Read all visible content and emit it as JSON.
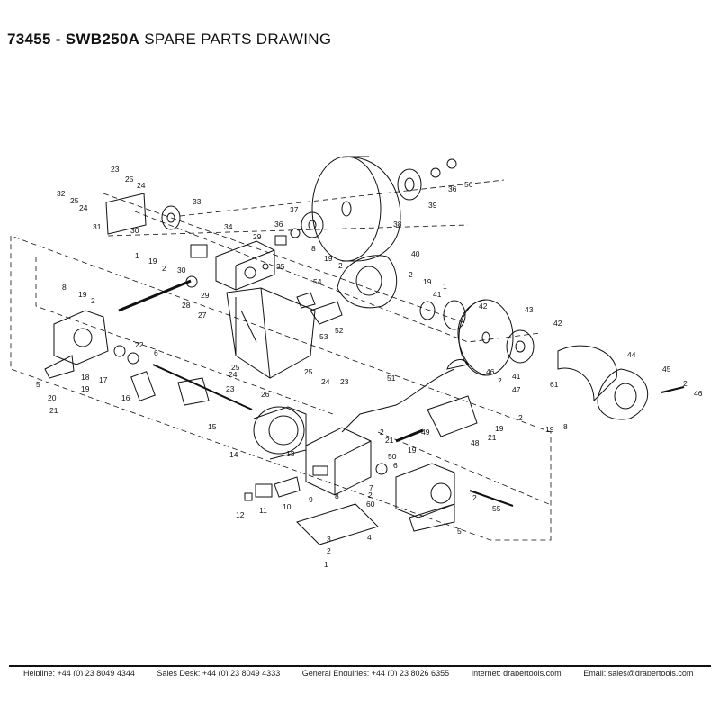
{
  "title": {
    "code": "73455 - SWB250A",
    "text": "SPARE PARTS DRAWING"
  },
  "part_labels": [
    {
      "id": "p23a",
      "text": "23"
    },
    {
      "id": "p25a",
      "text": "25"
    },
    {
      "id": "p24a",
      "text": "24"
    },
    {
      "id": "p32",
      "text": "32"
    },
    {
      "id": "p25b",
      "text": "25"
    },
    {
      "id": "p24b",
      "text": "24"
    },
    {
      "id": "p31",
      "text": "31"
    },
    {
      "id": "p33",
      "text": "33"
    },
    {
      "id": "p30a",
      "text": "30"
    },
    {
      "id": "p34",
      "text": "34"
    },
    {
      "id": "p1a",
      "text": "1"
    },
    {
      "id": "p19a",
      "text": "19"
    },
    {
      "id": "p2a",
      "text": "2"
    },
    {
      "id": "p30b",
      "text": "30"
    },
    {
      "id": "p35",
      "text": "35"
    },
    {
      "id": "p29a",
      "text": "29"
    },
    {
      "id": "p28",
      "text": "28"
    },
    {
      "id": "p27",
      "text": "27"
    },
    {
      "id": "p37",
      "text": "37"
    },
    {
      "id": "p36a",
      "text": "36"
    },
    {
      "id": "p29b",
      "text": "29"
    },
    {
      "id": "p38",
      "text": "38"
    },
    {
      "id": "p39",
      "text": "39"
    },
    {
      "id": "p36b",
      "text": "36"
    },
    {
      "id": "p56",
      "text": "56"
    },
    {
      "id": "p8a",
      "text": "8"
    },
    {
      "id": "p19b",
      "text": "19"
    },
    {
      "id": "p2b",
      "text": "2"
    },
    {
      "id": "p40",
      "text": "40"
    },
    {
      "id": "p2c",
      "text": "2"
    },
    {
      "id": "p19c",
      "text": "19"
    },
    {
      "id": "p1b",
      "text": "1"
    },
    {
      "id": "p41a",
      "text": "41"
    },
    {
      "id": "p54",
      "text": "54"
    },
    {
      "id": "p53",
      "text": "53"
    },
    {
      "id": "p52",
      "text": "52"
    },
    {
      "id": "p42a",
      "text": "42"
    },
    {
      "id": "p43",
      "text": "43"
    },
    {
      "id": "p42b",
      "text": "42"
    },
    {
      "id": "p8b",
      "text": "8"
    },
    {
      "id": "p19d",
      "text": "19"
    },
    {
      "id": "p2d",
      "text": "2"
    },
    {
      "id": "p5a",
      "text": "5"
    },
    {
      "id": "p22",
      "text": "22"
    },
    {
      "id": "p6a",
      "text": "6"
    },
    {
      "id": "p17",
      "text": "17"
    },
    {
      "id": "p18",
      "text": "18"
    },
    {
      "id": "p19e",
      "text": "19"
    },
    {
      "id": "p20",
      "text": "20"
    },
    {
      "id": "p21a",
      "text": "21"
    },
    {
      "id": "p16",
      "text": "16"
    },
    {
      "id": "p25c",
      "text": "25"
    },
    {
      "id": "p24c",
      "text": "24"
    },
    {
      "id": "p23b",
      "text": "23"
    },
    {
      "id": "p26",
      "text": "26"
    },
    {
      "id": "p15",
      "text": "15"
    },
    {
      "id": "p25d",
      "text": "25"
    },
    {
      "id": "p24d",
      "text": "24"
    },
    {
      "id": "p23c",
      "text": "23"
    },
    {
      "id": "p51",
      "text": "51"
    },
    {
      "id": "p44",
      "text": "44"
    },
    {
      "id": "p41b",
      "text": "41"
    },
    {
      "id": "p61",
      "text": "61"
    },
    {
      "id": "p45",
      "text": "45"
    },
    {
      "id": "p2e",
      "text": "2"
    },
    {
      "id": "p46a",
      "text": "46"
    },
    {
      "id": "p46b",
      "text": "46"
    },
    {
      "id": "p2f",
      "text": "2"
    },
    {
      "id": "p47",
      "text": "47"
    },
    {
      "id": "p2g",
      "text": "2"
    },
    {
      "id": "p19f",
      "text": "19"
    },
    {
      "id": "p21b",
      "text": "21"
    },
    {
      "id": "p19g",
      "text": "19"
    },
    {
      "id": "p8c",
      "text": "8"
    },
    {
      "id": "p14",
      "text": "14"
    },
    {
      "id": "p2h",
      "text": "2"
    },
    {
      "id": "p49",
      "text": "49"
    },
    {
      "id": "p48",
      "text": "48"
    },
    {
      "id": "p21c",
      "text": "21"
    },
    {
      "id": "p19h",
      "text": "19"
    },
    {
      "id": "p50",
      "text": "50"
    },
    {
      "id": "p13",
      "text": "13"
    },
    {
      "id": "p6b",
      "text": "6"
    },
    {
      "id": "p7",
      "text": "7"
    },
    {
      "id": "p2i",
      "text": "2"
    },
    {
      "id": "p60",
      "text": "60"
    },
    {
      "id": "p8d",
      "text": "8"
    },
    {
      "id": "p9",
      "text": "9"
    },
    {
      "id": "p10",
      "text": "10"
    },
    {
      "id": "p11",
      "text": "11"
    },
    {
      "id": "p12",
      "text": "12"
    },
    {
      "id": "p4",
      "text": "4"
    },
    {
      "id": "p3",
      "text": "3"
    },
    {
      "id": "p2j",
      "text": "2"
    },
    {
      "id": "p1c",
      "text": "1"
    },
    {
      "id": "p5b",
      "text": "5"
    },
    {
      "id": "p55",
      "text": "55"
    },
    {
      "id": "p2k",
      "text": "2"
    }
  ],
  "footer": {
    "helpline": "Helpline: +44 (0) 23 8049 4344",
    "sales": "Sales Desk: +44 (0) 23 8049 4333",
    "enquiries": "General Enquiries: +44 (0) 23 8026 6355",
    "internet": "Internet: drapertools.com",
    "email": "Email: sales@drapertools.com"
  }
}
